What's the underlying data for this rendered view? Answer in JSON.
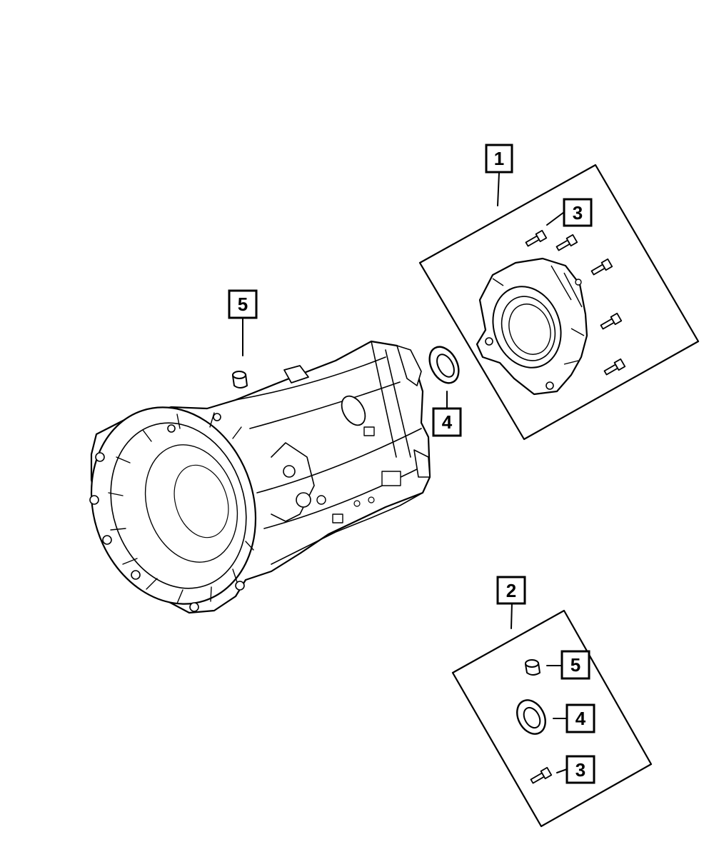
{
  "diagram": {
    "callouts": [
      {
        "id": "c1",
        "label": "1"
      },
      {
        "id": "c2",
        "label": "2"
      },
      {
        "id": "c3a",
        "label": "3"
      },
      {
        "id": "c3b",
        "label": "3"
      },
      {
        "id": "c4a",
        "label": "4"
      },
      {
        "id": "c4b",
        "label": "4"
      },
      {
        "id": "c5a",
        "label": "5"
      },
      {
        "id": "c5b",
        "label": "5"
      }
    ]
  }
}
